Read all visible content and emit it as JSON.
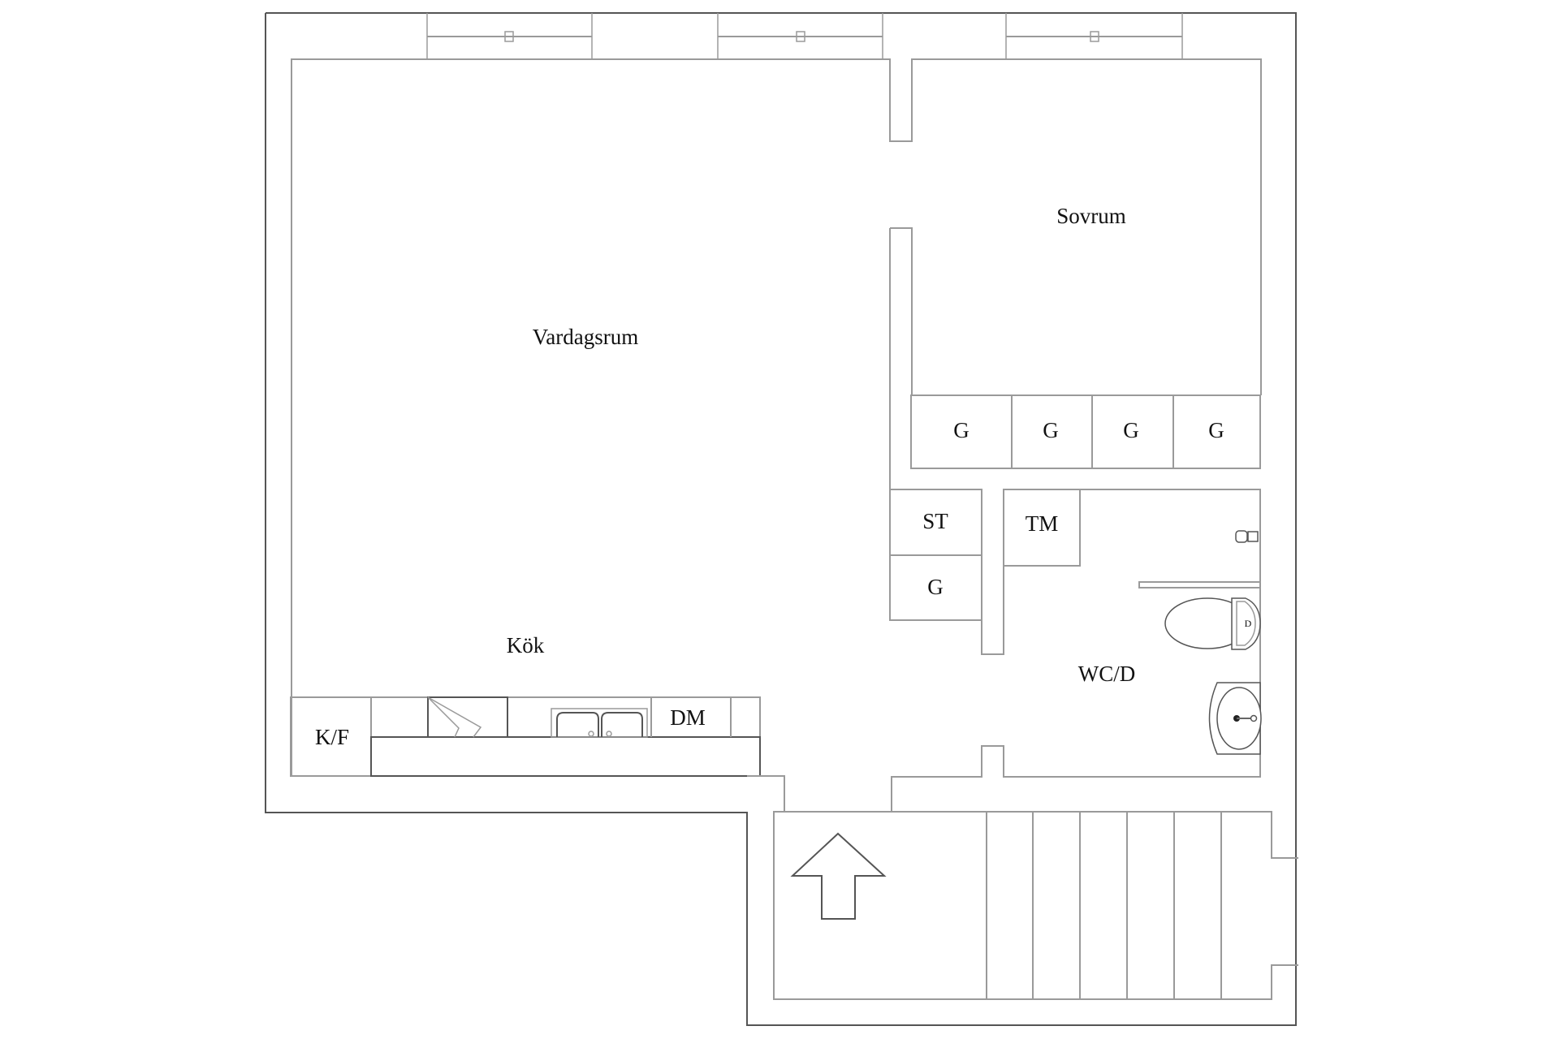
{
  "plan": {
    "rooms": {
      "living": "Vardagsrum",
      "bedroom": "Sovrum",
      "kitchen": "Kök",
      "bathroom": "WC/D"
    },
    "fixtures": {
      "fridge_freezer": "K/F",
      "dishwasher": "DM",
      "washing_machine": "TM",
      "drying_cabinet": "ST",
      "hall_wardrobe": "G",
      "bedroom_wardrobes": [
        "G",
        "G",
        "G",
        "G"
      ]
    },
    "icons": [
      "window",
      "stove",
      "double-sink",
      "toilet",
      "washbasin",
      "shower-head",
      "stairs",
      "entrance-arrow"
    ],
    "colors": {
      "wall_outer": "#555555",
      "wall_inner": "#9a9a9a",
      "text": "#111111"
    }
  }
}
